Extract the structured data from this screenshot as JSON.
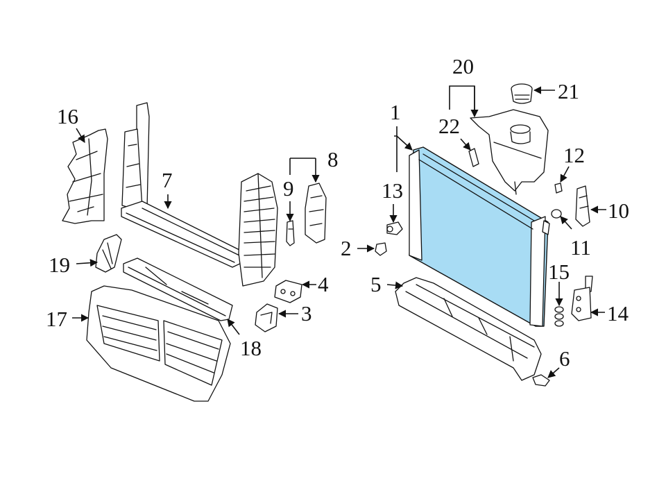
{
  "diagram": {
    "highlight_color": "#a8dcf4",
    "callouts": {
      "c1": "1",
      "c2": "2",
      "c3": "3",
      "c4": "4",
      "c5": "5",
      "c6": "6",
      "c7": "7",
      "c8": "8",
      "c9": "9",
      "c10": "10",
      "c11": "11",
      "c12": "12",
      "c13": "13",
      "c14": "14",
      "c15": "15",
      "c16": "16",
      "c17": "17",
      "c18": "18",
      "c19": "19",
      "c20": "20",
      "c21": "21",
      "c22": "22"
    }
  }
}
